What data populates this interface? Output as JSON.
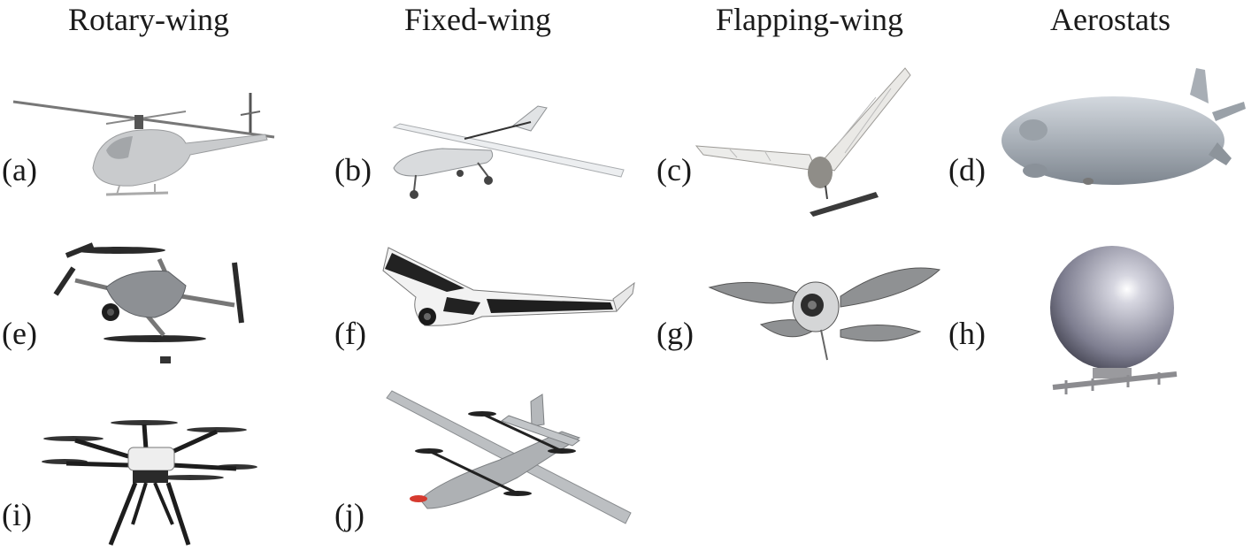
{
  "columns": [
    {
      "title": "Rotary-wing"
    },
    {
      "title": "Fixed-wing"
    },
    {
      "title": "Flapping-wing"
    },
    {
      "title": "Aerostats"
    }
  ],
  "panels": [
    {
      "label": "(a)",
      "icon": "unmanned-helicopter-icon"
    },
    {
      "label": "(b)",
      "icon": "fixed-wing-uav-icon"
    },
    {
      "label": "(c)",
      "icon": "flapping-wing-bird-robot-icon"
    },
    {
      "label": "(d)",
      "icon": "airship-icon"
    },
    {
      "label": "(e)",
      "icon": "quadcopter-icon"
    },
    {
      "label": "(f)",
      "icon": "flying-wing-drone-icon"
    },
    {
      "label": "(g)",
      "icon": "insect-flapping-robot-icon"
    },
    {
      "label": "(h)",
      "icon": "spherical-balloon-icon"
    },
    {
      "label": "(i)",
      "icon": "hexacopter-icon"
    },
    {
      "label": "(j)",
      "icon": "vtol-fixed-wing-icon"
    }
  ]
}
